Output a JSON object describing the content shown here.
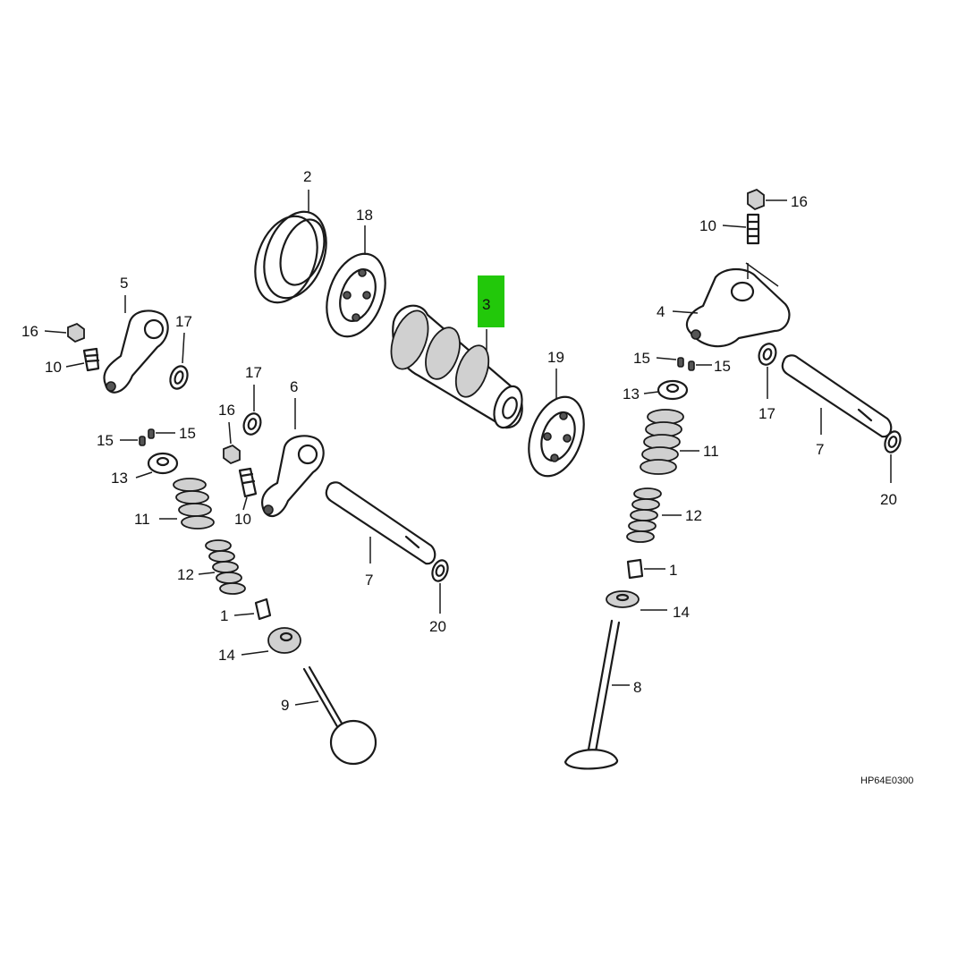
{
  "diagram": {
    "reference_code": "HP64E0300",
    "highlight_color": "#22c80a",
    "highlighted_part": "3",
    "callouts": {
      "c2": "2",
      "c18": "18",
      "c3": "3",
      "c19": "19",
      "c5": "5",
      "c16a": "16",
      "c17a": "17",
      "c10a": "10",
      "c15a": "15",
      "c15b": "15",
      "c13a": "13",
      "c11a": "11",
      "c12a": "12",
      "c1a": "1",
      "c14a": "14",
      "c9": "9",
      "c17b": "17",
      "c16b": "16",
      "c6": "6",
      "c10b": "10",
      "c7a": "7",
      "c20a": "20",
      "c16c": "16",
      "c10c": "10",
      "c4": "4",
      "c15c": "15",
      "c15d": "15",
      "c13b": "13",
      "c17c": "17",
      "c7b": "7",
      "c20b": "20",
      "c11b": "11",
      "c12b": "12",
      "c1b": "1",
      "c14b": "14",
      "c8": "8"
    }
  }
}
